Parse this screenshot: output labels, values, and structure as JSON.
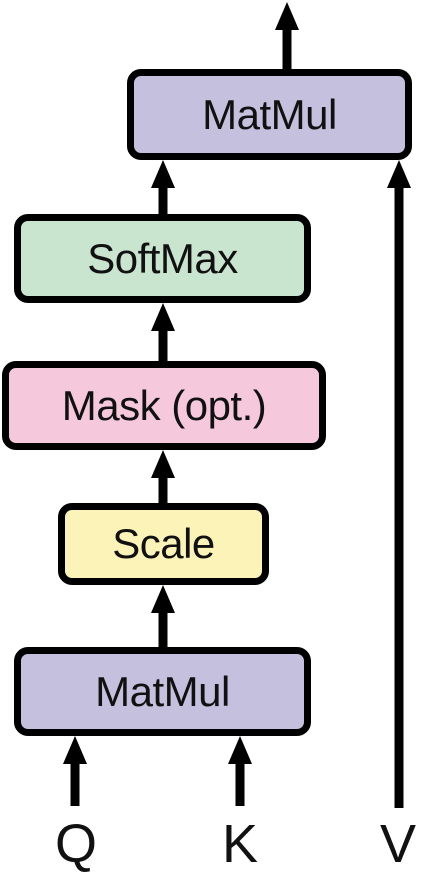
{
  "blocks": {
    "matmul_top": {
      "label": "MatMul",
      "color": "#c6c0df"
    },
    "softmax": {
      "label": "SoftMax",
      "color": "#c9e5cf"
    },
    "mask": {
      "label": "Mask (opt.)",
      "color": "#f6c8dc"
    },
    "scale": {
      "label": "Scale",
      "color": "#fbf3b8"
    },
    "matmul_bottom": {
      "label": "MatMul",
      "color": "#c6c0df"
    }
  },
  "inputs": {
    "q": "Q",
    "k": "K",
    "v": "V"
  },
  "colors": {
    "stroke": "#000000",
    "text": "#111111"
  }
}
